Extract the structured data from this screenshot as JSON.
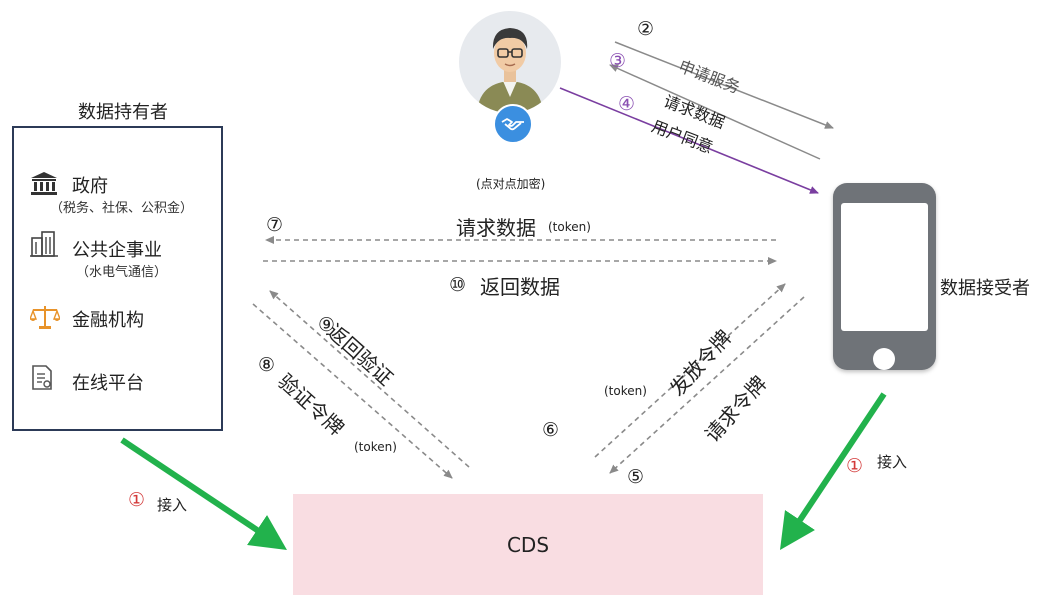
{
  "data_holder": {
    "title": "数据持有者",
    "sections": [
      {
        "icon": "government-building-icon",
        "label": "政府",
        "sub": "（税务、社保、公积金）"
      },
      {
        "icon": "office-buildings-icon",
        "label": "公共企事业",
        "sub": "（水电气通信）"
      },
      {
        "icon": "balance-scale-icon",
        "label": "金融机构",
        "sub": ""
      },
      {
        "icon": "document-icon",
        "label": "在线平台",
        "sub": ""
      }
    ]
  },
  "cds": {
    "label": "CDS"
  },
  "data_receiver": {
    "title": "数据接受者"
  },
  "user": {
    "icons": [
      "user-avatar-icon",
      "handshake-icon"
    ]
  },
  "flows": {
    "step1_left": {
      "num": "①",
      "label": "接入"
    },
    "step1_right": {
      "num": "①",
      "label": "接入"
    },
    "step2": {
      "num": "②",
      "label": "申请服务"
    },
    "step3": {
      "num": "③",
      "label": "请求数据"
    },
    "step4": {
      "num": "④",
      "label": "用户同意"
    },
    "p2p_note": "(点对点加密)",
    "step5": {
      "num": "⑤",
      "label": "请求令牌"
    },
    "step6": {
      "num": "⑥",
      "label": "发放令牌",
      "token": "(token)"
    },
    "step7": {
      "num": "⑦",
      "label": "请求数据",
      "token": "(token)"
    },
    "step8": {
      "num": "⑧",
      "label": "验证令牌",
      "token": "(token)"
    },
    "step9": {
      "num": "⑨",
      "label": "返回验证"
    },
    "step10": {
      "num": "⑩",
      "label": "返回数据"
    }
  },
  "colors": {
    "green_arrow": "#22b24c",
    "purple_arrow": "#7a3ea0",
    "gray_arrow": "#8a8a8a",
    "cds_fill": "#f9dde2",
    "holder_border": "#2c3a57",
    "red_number": "#d33a3a",
    "purple_number": "#8a4fb2",
    "icon_orange": "#e8932a"
  }
}
